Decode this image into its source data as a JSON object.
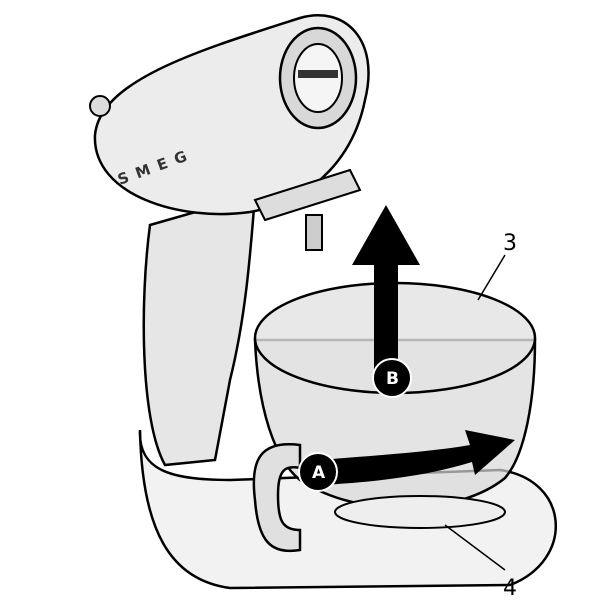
{
  "figure": {
    "brand_logo": "SMEG",
    "labels": {
      "bowl": "3",
      "ring": "4"
    },
    "steps": {
      "lift": "B",
      "rotate": "A"
    },
    "colors": {
      "outline": "#000000",
      "body": "#e6e6e6",
      "bowl": "#d9d9d9",
      "arrow": "#000000"
    }
  }
}
